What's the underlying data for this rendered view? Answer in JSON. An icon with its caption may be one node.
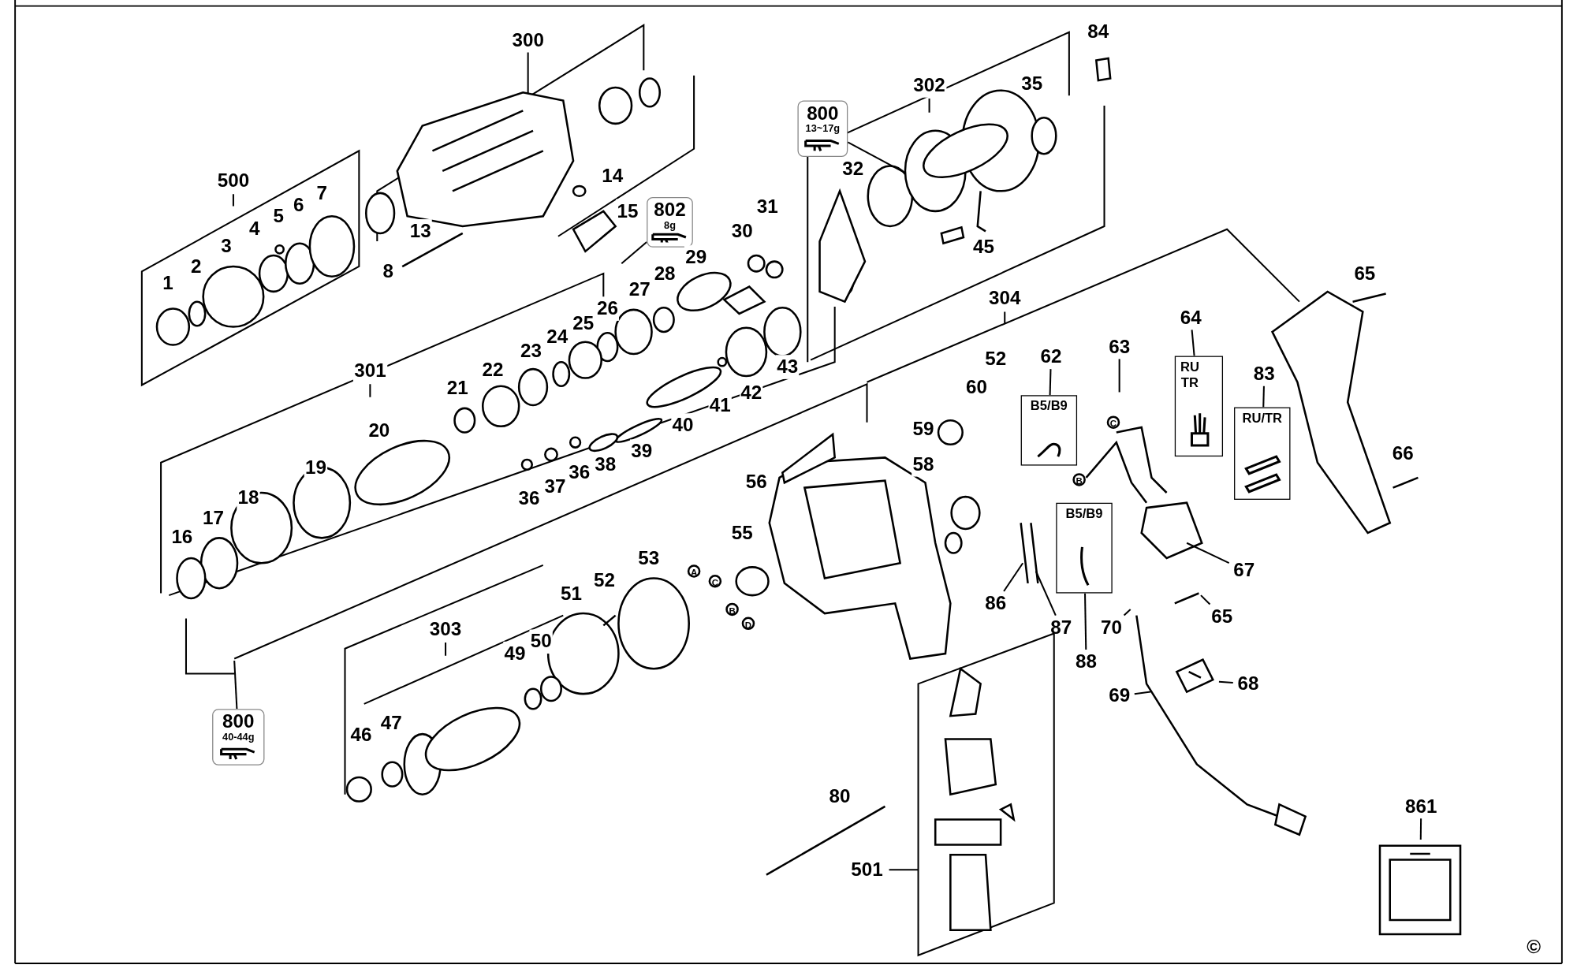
{
  "diagram": {
    "nodes": [
      {
        "text": [
          "800",
          "13~17g"
        ]
      },
      {
        "text": [
          "802",
          "8g"
        ]
      },
      {
        "text": [
          "800",
          "40-44g"
        ]
      },
      {
        "text": [
          "B5/B9"
        ]
      },
      {
        "text": [
          "RU TR"
        ]
      },
      {
        "text": [
          "RU/TR"
        ]
      },
      {
        "text": [
          "B5/B9"
        ]
      },
      {
        "text": [
          "62"
        ]
      },
      {
        "text": [
          "64"
        ]
      },
      {
        "text": [
          "83"
        ]
      },
      {
        "text": [
          "88"
        ]
      },
      {
        "text": [
          "861"
        ]
      },
      {
        "text": [],
        "shape": "picture"
      },
      {
        "text": [
          "501"
        ]
      },
      {
        "text": [
          "86"
        ]
      },
      {
        "text": [
          "87"
        ]
      },
      {
        "text": [
          "67"
        ]
      },
      {
        "text": [
          "70"
        ]
      },
      {
        "text": [
          "69"
        ]
      },
      {
        "text": [
          "65"
        ]
      },
      {
        "text": [
          "68"
        ]
      },
      {
        "text": [
          "63"
        ]
      }
    ],
    "edges": [
      {
        "from": 0,
        "to": null,
        "arrow": "none"
      },
      {
        "from": 1,
        "to": null,
        "arrow": "none"
      },
      {
        "from": 2,
        "to": null,
        "arrow": "none"
      },
      {
        "from": 7,
        "to": 3,
        "arrow": "none"
      },
      {
        "from": 8,
        "to": 4,
        "arrow": "none"
      },
      {
        "from": 9,
        "to": 5,
        "arrow": "none"
      },
      {
        "from": 10,
        "to": 6,
        "arrow": "none"
      },
      {
        "from": 11,
        "to": 12,
        "arrow": "none"
      },
      {
        "from": 13,
        "to": null,
        "arrow": "none"
      },
      {
        "from": 14,
        "to": null,
        "arrow": "none"
      },
      {
        "from": 15,
        "to": null,
        "arrow": "none"
      },
      {
        "from": 16,
        "to": null,
        "arrow": "none"
      },
      {
        "from": 17,
        "to": null,
        "arrow": "none"
      },
      {
        "from": 18,
        "to": null,
        "arrow": "none"
      },
      {
        "from": 19,
        "to": null,
        "arrow": "none"
      },
      {
        "from": 20,
        "to": null,
        "arrow": "none"
      },
      {
        "from": 21,
        "to": null,
        "arrow": "none"
      }
    ],
    "labels": [
      "300",
      "500",
      "1",
      "2",
      "3",
      "4",
      "5",
      "6",
      "7",
      "8",
      "13",
      "14",
      "15",
      "302",
      "84",
      "35",
      "32",
      "45",
      "31",
      "30",
      "29",
      "28",
      "27",
      "26",
      "25",
      "24",
      "23",
      "22",
      "21",
      "301",
      "304",
      "43",
      "42",
      "41",
      "40",
      "39",
      "38",
      "36",
      "37",
      "36",
      "20",
      "19",
      "18",
      "17",
      "16",
      "52",
      "65",
      "60",
      "59",
      "58",
      "56",
      "66",
      "55",
      "53",
      "A",
      "C",
      "B",
      "D",
      "52",
      "51",
      "50",
      "49",
      "303",
      "46",
      "47",
      "C",
      "B",
      "80",
      "©"
    ]
  }
}
